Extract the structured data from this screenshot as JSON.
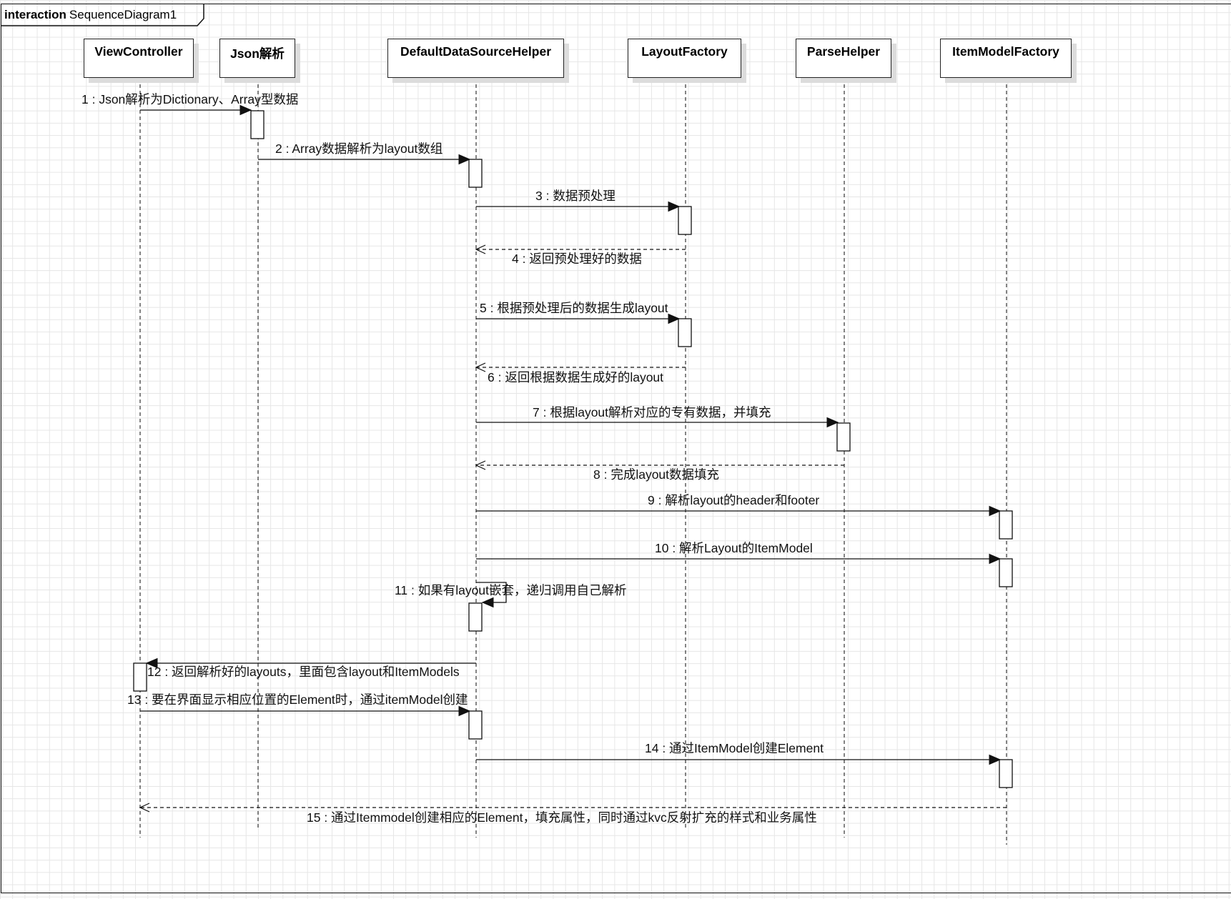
{
  "frame": {
    "keyword": "interaction",
    "name": "SequenceDiagram1"
  },
  "lifelines": [
    {
      "id": "vc",
      "label": "ViewController"
    },
    {
      "id": "json",
      "label": "Json解析"
    },
    {
      "id": "dds",
      "label": "DefaultDataSourceHelper"
    },
    {
      "id": "lf",
      "label": "LayoutFactory"
    },
    {
      "id": "ph",
      "label": "ParseHelper"
    },
    {
      "id": "imf",
      "label": "ItemModelFactory"
    }
  ],
  "messages": [
    {
      "label": "1 : Json解析为Dictionary、Array型数据",
      "from": "vc",
      "to": "json",
      "kind": "sync"
    },
    {
      "label": "2 : Array数据解析为layout数组",
      "from": "json",
      "to": "dds",
      "kind": "sync"
    },
    {
      "label": "3 : 数据预处理",
      "from": "dds",
      "to": "lf",
      "kind": "sync"
    },
    {
      "label": "4 : 返回预处理好的数据",
      "from": "lf",
      "to": "dds",
      "kind": "reply"
    },
    {
      "label": "5 : 根据预处理后的数据生成layout",
      "from": "dds",
      "to": "lf",
      "kind": "sync"
    },
    {
      "label": "6 : 返回根据数据生成好的layout",
      "from": "lf",
      "to": "dds",
      "kind": "reply"
    },
    {
      "label": "7 : 根据layout解析对应的专有数据，并填充",
      "from": "dds",
      "to": "ph",
      "kind": "sync"
    },
    {
      "label": "8 : 完成layout数据填充",
      "from": "ph",
      "to": "dds",
      "kind": "reply"
    },
    {
      "label": "9 : 解析layout的header和footer",
      "from": "dds",
      "to": "imf",
      "kind": "sync"
    },
    {
      "label": "10 : 解析Layout的ItemModel",
      "from": "dds",
      "to": "imf",
      "kind": "sync"
    },
    {
      "label": "11 : 如果有layout嵌套，递归调用自己解析",
      "from": "dds",
      "to": "dds",
      "kind": "self"
    },
    {
      "label": "12 : 返回解析好的layouts，里面包含layout和ItemModels",
      "from": "dds",
      "to": "vc",
      "kind": "sync"
    },
    {
      "label": "13 : 要在界面显示相应位置的Element时，通过itemModel创建",
      "from": "vc",
      "to": "dds",
      "kind": "sync"
    },
    {
      "label": "14 : 通过ItemModel创建Element",
      "from": "dds",
      "to": "imf",
      "kind": "sync"
    },
    {
      "label": "15 : 通过Itemmodel创建相应的Element，填充属性，同时通过kvc反射扩充的样式和业务属性",
      "from": "imf",
      "to": "vc",
      "kind": "reply"
    }
  ]
}
